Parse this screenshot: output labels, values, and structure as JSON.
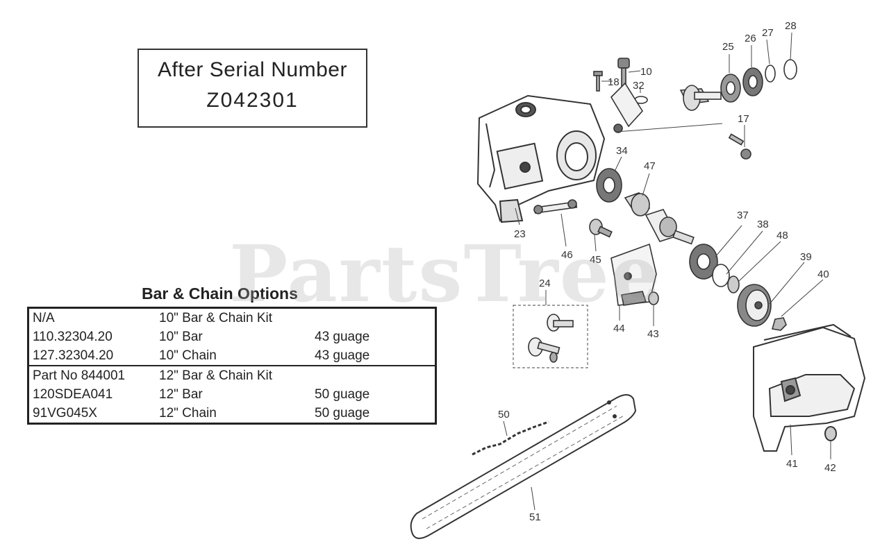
{
  "serial_notice": {
    "line1": "After Serial Number",
    "line2": "Z042301"
  },
  "watermark": "PartsTree",
  "bar_chain_options": {
    "title": "Bar & Chain Options",
    "groups": [
      {
        "rows": [
          {
            "part": "N/A",
            "description": "10\" Bar & Chain Kit",
            "gauge": ""
          },
          {
            "part": "110.32304.20",
            "description": "10\" Bar",
            "gauge": "43 guage"
          },
          {
            "part": "127.32304.20",
            "description": "10\" Chain",
            "gauge": "43 guage"
          }
        ]
      },
      {
        "rows": [
          {
            "part": "Part No 844001",
            "description": "12\" Bar & Chain Kit",
            "gauge": ""
          },
          {
            "part": "120SDEA041",
            "description": "12\" Bar",
            "gauge": "50 guage"
          },
          {
            "part": "91VG045X",
            "description": "12\" Chain",
            "gauge": "50 guage"
          }
        ]
      }
    ]
  },
  "callouts": [
    "10",
    "18",
    "32",
    "25",
    "26",
    "27",
    "28",
    "17",
    "34",
    "47",
    "23",
    "46",
    "45",
    "37",
    "38",
    "48",
    "39",
    "40",
    "24",
    "44",
    "43",
    "50",
    "51",
    "41",
    "42"
  ]
}
